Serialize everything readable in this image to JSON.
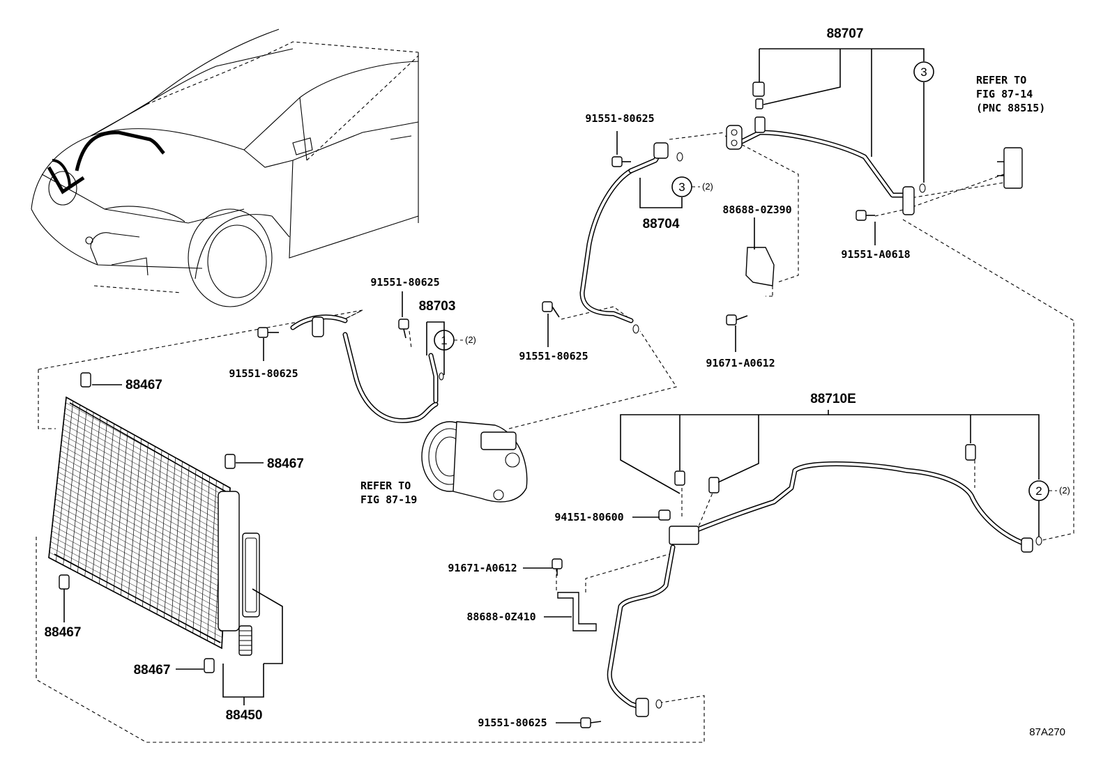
{
  "figure_id": "87A270",
  "callouts": {
    "c1": "88707",
    "c2": "91551-80625",
    "c3": "88704",
    "c4": "88688-0Z390",
    "c5": "91551-A0618",
    "c6": "91551-80625",
    "c7": "88703",
    "c8": "91551-80625",
    "c9": "91671-A0612",
    "c10": "91551-80625",
    "c11": "88467",
    "c12": "88467",
    "c13": "88710E",
    "c14": "94151-80600",
    "c15": "91671-A0612",
    "c16": "88688-0Z410",
    "c17": "88467",
    "c18": "88467",
    "c19": "88450",
    "c20": "91551-80625"
  },
  "notes": {
    "refer_expansion_valve": [
      "REFER TO",
      "FIG 87-14",
      "(PNC 88515)"
    ],
    "refer_compressor": [
      "REFER TO",
      "FIG 87-19"
    ]
  },
  "markers": {
    "m3_top": "3",
    "m3_mid": "3",
    "m3_mid_qty": "(2)",
    "m1": "1",
    "m1_qty": "(2)",
    "m2": "2",
    "m2_qty": "(2)"
  }
}
